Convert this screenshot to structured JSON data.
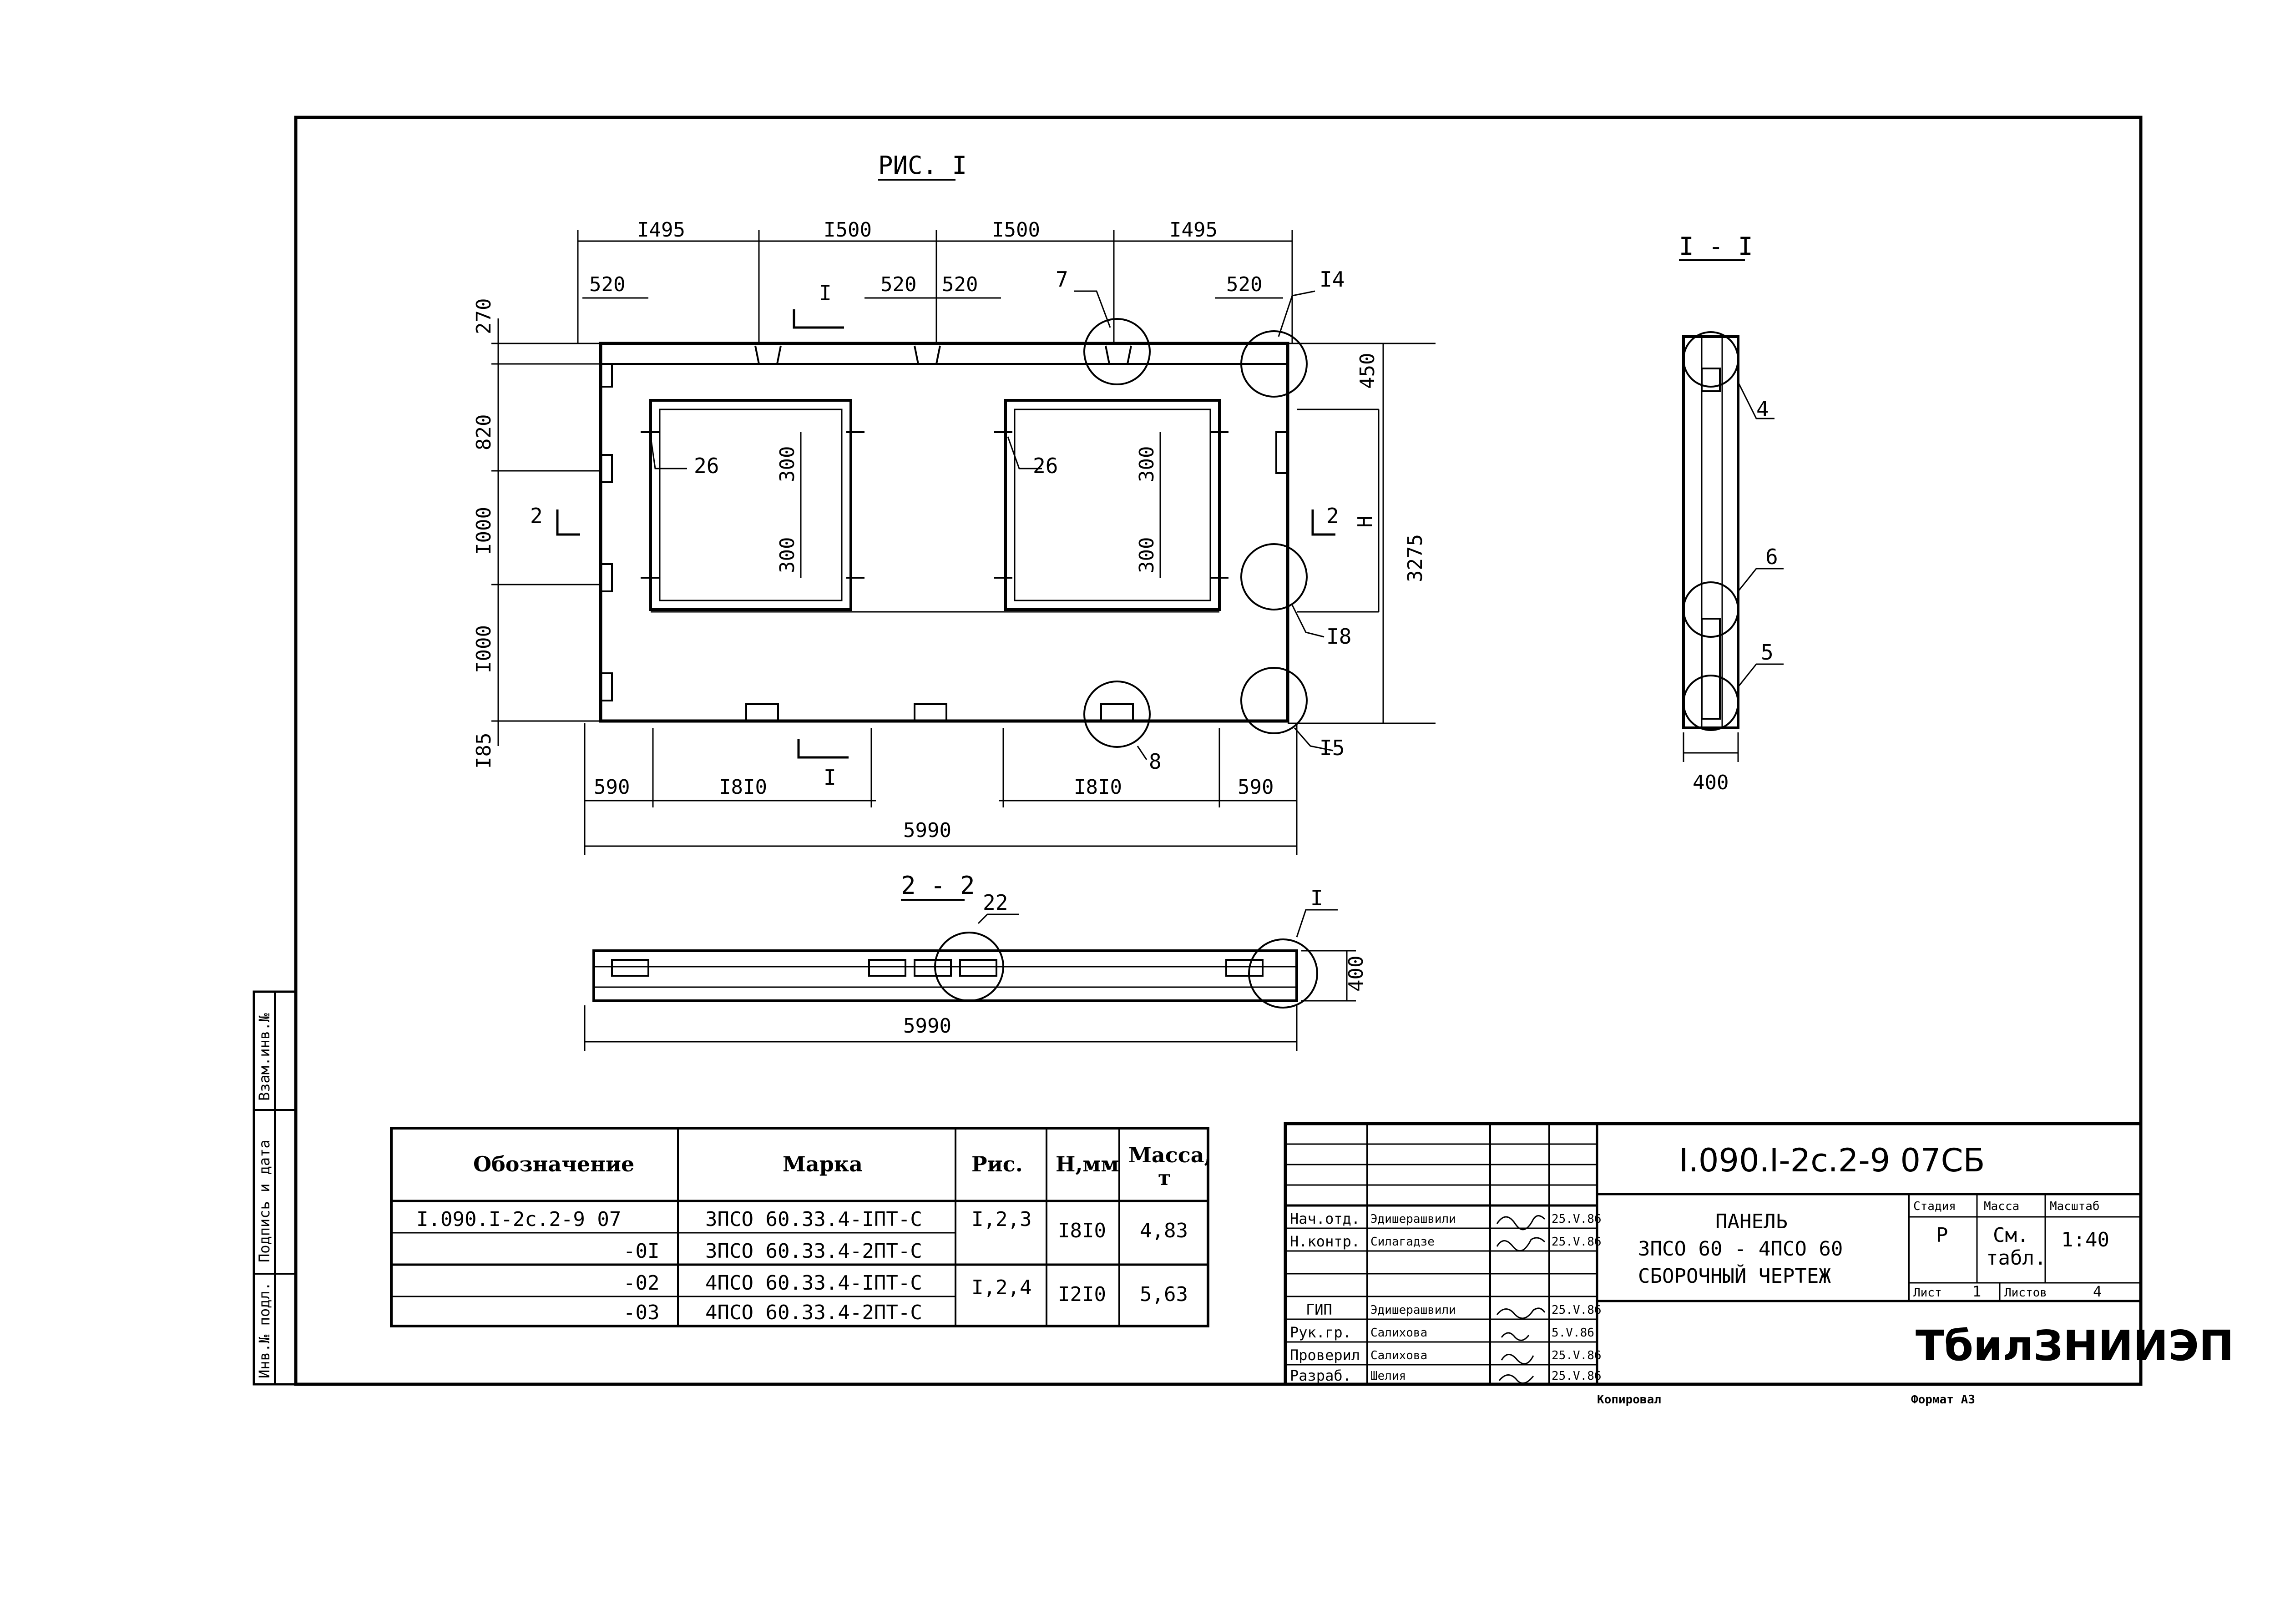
{
  "fig": {
    "title": "РИС. I",
    "top_dims": [
      "I495",
      "I500",
      "I500",
      "I495"
    ],
    "sub_dims": [
      "520",
      "520",
      "520",
      "520"
    ],
    "left_dims": [
      "270",
      "820",
      "I000",
      "I000",
      "I85"
    ],
    "right_dims": [
      "450",
      "3275"
    ],
    "h_label": "Н",
    "bottom_dims": [
      "590",
      "I8I0",
      "I8I0",
      "590"
    ],
    "total": "5990",
    "section_marks": [
      "I",
      "I",
      "2",
      "2"
    ],
    "callouts": [
      "7",
      "I4",
      "26",
      "26",
      "I8",
      "I5",
      "8"
    ],
    "inner_dims": [
      "300",
      "300",
      "300",
      "300"
    ]
  },
  "section_1_1": {
    "title": "I - I",
    "callouts": [
      "4",
      "6",
      "5"
    ],
    "width": "400"
  },
  "section_2_2": {
    "title": "2 - 2",
    "callouts": [
      "22",
      "I"
    ],
    "height": "400",
    "total": "5990"
  },
  "spec_table": {
    "headers": [
      "Обозначение",
      "Марка",
      "Рис.",
      "Н,мм",
      "Масса,",
      "т"
    ],
    "rows": [
      {
        "designation": "I.090.I-2с.2-9 07",
        "mark": "3ПСО 60.33.4-IПТ-С"
      },
      {
        "designation": "-0I",
        "mark": "3ПСО 60.33.4-2ПТ-С"
      },
      {
        "designation": "-02",
        "mark": "4ПСО 60.33.4-IПТ-С"
      },
      {
        "designation": "-03",
        "mark": "4ПСО 60.33.4-2ПТ-С"
      }
    ],
    "groups": [
      {
        "fig": "I,2,3",
        "h": "I8I0",
        "mass": "4,83"
      },
      {
        "fig": "I,2,4",
        "h": "I2I0",
        "mass": "5,63"
      }
    ]
  },
  "title_block": {
    "doc_code": "I.090.I-2с.2-9  07СБ",
    "name_lines": [
      "ПАНЕЛЬ",
      "3ПСО 60 - 4ПСО 60",
      "СБОРОЧНЫЙ  ЧЕРТЕЖ"
    ],
    "stage_label": "Стадия",
    "mass_label": "Масса",
    "scale_label": "Масштаб",
    "stage": "Р",
    "mass_lines": [
      "См.",
      "табл."
    ],
    "scale": "1:40",
    "sheet_label": "Лист",
    "sheet": "1",
    "sheets_label": "Листов",
    "sheets": "4",
    "org": "ТбилЗНИИЭП",
    "roles": [
      {
        "role": "Нач.отд.",
        "name": "Эдишерашвили",
        "date": "25.V.86"
      },
      {
        "role": "Н.контр.",
        "name": "Силагадзе",
        "date": "25.V.86"
      },
      {
        "role": "ГИП",
        "name": "Эдишерашвили",
        "date": "25.V.86"
      },
      {
        "role": "Рук.гр.",
        "name": "Салихова",
        "date": "5.V.86"
      },
      {
        "role": "Проверил",
        "name": "Салихова",
        "date": "25.V.86"
      },
      {
        "role": "Разраб.",
        "name": "Шелия",
        "date": "25.V.86"
      }
    ]
  },
  "side_stamp": [
    "Взам.инв.№",
    "Подпись и дата",
    "Инв.№ подл."
  ],
  "footer": {
    "copied": "Копировал",
    "format": "Формат А3"
  }
}
